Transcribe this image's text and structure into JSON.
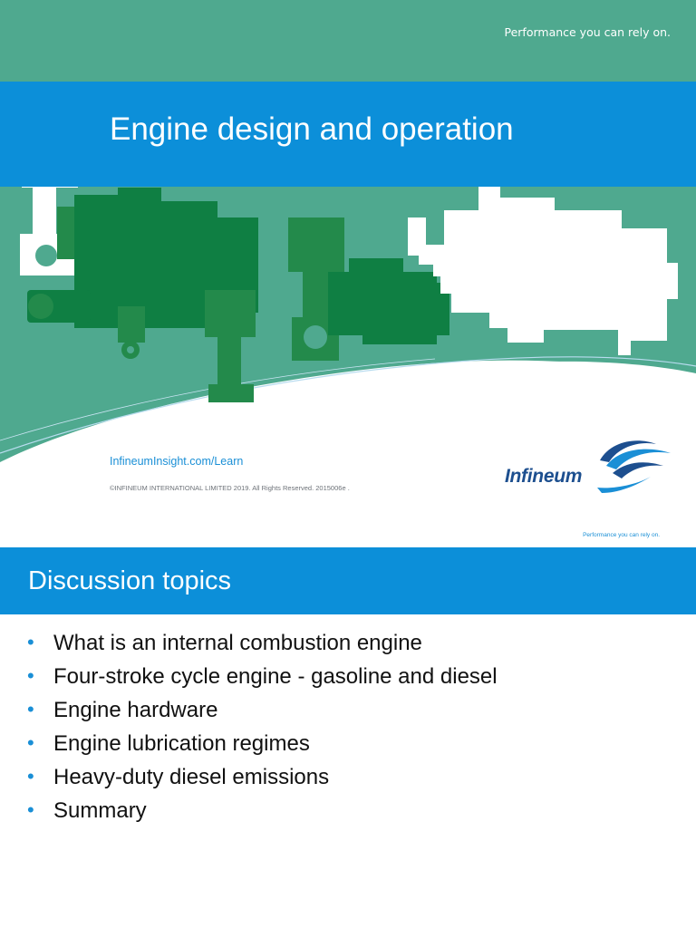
{
  "slide1": {
    "tagline": "Performance you can rely on.",
    "title": "Engine design and operation",
    "website": "InfineumInsight.com/Learn",
    "copyright": "©INFINEUM INTERNATIONAL LIMITED 2019. All Rights Reserved. 2015006e .",
    "logo_text": "Infineum",
    "footer_tagline": "Performance you can rely on.",
    "colors": {
      "teal": "#4fa98f",
      "blue": "#0c8fd9",
      "dark_green": "#0f7f43",
      "mid_green": "#238a4b",
      "logo_navy": "#1d4f8f"
    }
  },
  "slide2": {
    "heading": "Discussion topics",
    "topics": [
      "What is an internal combustion engine",
      "Four-stroke cycle engine - gasoline and diesel",
      "Engine hardware",
      "Engine lubrication regimes",
      "Heavy-duty diesel emissions",
      "Summary"
    ]
  }
}
